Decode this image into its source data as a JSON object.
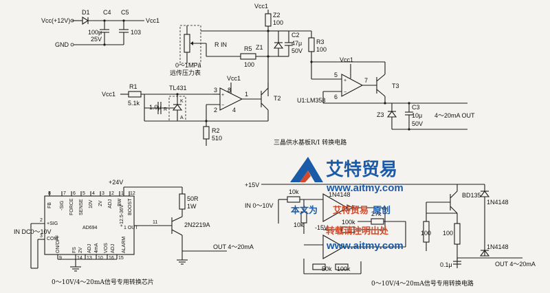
{
  "circuit_top": {
    "vcc_in": "Vcc(+12V)",
    "gnd": "GND",
    "d1": "D1",
    "c4": "C4",
    "c4_value": "100μ",
    "c4_voltage": "25V",
    "c5": "C5",
    "c5_value": "103",
    "vcc_out": "Vcc1",
    "sensor_range": "0～1MPa",
    "sensor_label": "远传压力表",
    "r_in": "R  IN",
    "vcc1_z2": "Vcc1",
    "z2": "Z2",
    "z2_value": "100",
    "z1": "Z1",
    "c2": "C2",
    "c2_value": "47μ",
    "c2_voltage": "50V",
    "r5": "R5",
    "r5_value": "100",
    "r3": "R3",
    "r3_value": "100",
    "vcc1_opamp1": "Vcc1",
    "vcc1_opamp2": "Vcc1",
    "vcc1_r1": "Vcc1",
    "r1": "R1",
    "r1_value": "5.1k",
    "tl431": "TL431",
    "tl431_k": "K",
    "tl431_r": "R",
    "tl431_a": "A",
    "cap_1u": "1.0μ",
    "pin3": "3",
    "pin8": "8",
    "pin2": "2",
    "pin4": "4",
    "pin1": "1",
    "pin5": "5",
    "pin6": "6",
    "pin7": "7",
    "t2": "T2",
    "u1": "U1:LM358",
    "t3": "T3",
    "z3": "Z3",
    "c3": "C3",
    "c3_value": "10μ",
    "c3_voltage": "50V",
    "output": "4～20mA OUT",
    "r2": "R2",
    "r2_value": "510",
    "caption": "三晶供水基板R/I 转换电路"
  },
  "circuit_left": {
    "supply": "+24V",
    "input": "IN DC0～10V",
    "chip": "AD694",
    "pins_top": [
      "8",
      "7",
      "6",
      "5",
      "4",
      "3",
      "2",
      "1",
      "12"
    ],
    "top_labels": [
      "FB",
      "-SIG",
      "FORCE",
      "SENSE",
      "10V",
      "2V",
      "ADJ",
      "BW"
    ],
    "boost": "BOOST",
    "plus_range": "+12.5-36V",
    "sig_plus": "+SIG",
    "com": "COM",
    "bottom_labels": [
      "ON/OFF",
      "FS",
      "2V",
      "ADJ",
      "4mA",
      "VOS",
      "ADJ",
      "ALARM"
    ],
    "pins_bottom": [
      "9",
      "14",
      "13",
      "10",
      "16",
      "15"
    ],
    "pin_in": "2",
    "pin_com": "3",
    "pin_out": "11",
    "out_label": "1 OUT",
    "r_label": "50R",
    "r_power": "1W",
    "transistor": "2N2219A",
    "output": "OUT 4～20mA",
    "caption": "0～10V/4～20mA信号专用转换芯片"
  },
  "circuit_right": {
    "supply": "+15V",
    "input": "IN 0～10V",
    "r10k_a": "10k",
    "r10k_b": "10k",
    "d_top": "1N4148",
    "neg15": "-15V",
    "r27k": "27k",
    "r100k_a": "100k",
    "r100k_b": "100k",
    "r50k": "50k",
    "r100_a": "100",
    "r100_b": "100",
    "transistor": "BD135",
    "d_right_top": "1N4148",
    "d_right_bottom": "1N4148",
    "cap": "0.1μ",
    "output": "OUT 4～20mA",
    "caption": "0～10V/4～20mA信号专用转换电路"
  },
  "watermark": {
    "brand": "艾特贸易",
    "url_top": "www.aitmy.com",
    "line1_left": "本文为",
    "line1_mid": "艾特贸易",
    "line1_right": "原创",
    "line2": "转载请注明出处",
    "url_bottom": "www.aitmy.com"
  },
  "colors": {
    "watermark_blue": "#1b5aa6",
    "watermark_red": "#d14a2a",
    "paper": "#f4f3ef"
  }
}
